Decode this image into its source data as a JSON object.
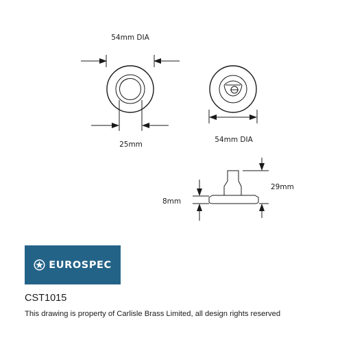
{
  "drawing": {
    "front_view": {
      "width_label": "54mm DIA",
      "inner_label": "25mm"
    },
    "back_view": {
      "width_label": "54mm DIA"
    },
    "side_view": {
      "height_label": "29mm",
      "base_label": "8mm"
    }
  },
  "brand": {
    "name": "EUROSPEC",
    "icon": "eurospec-emblem-icon",
    "background_color": "#246388"
  },
  "product_code": "CST1015",
  "footer_note": "This drawing is property of Carlisle Brass Limited, all design rights reserved"
}
